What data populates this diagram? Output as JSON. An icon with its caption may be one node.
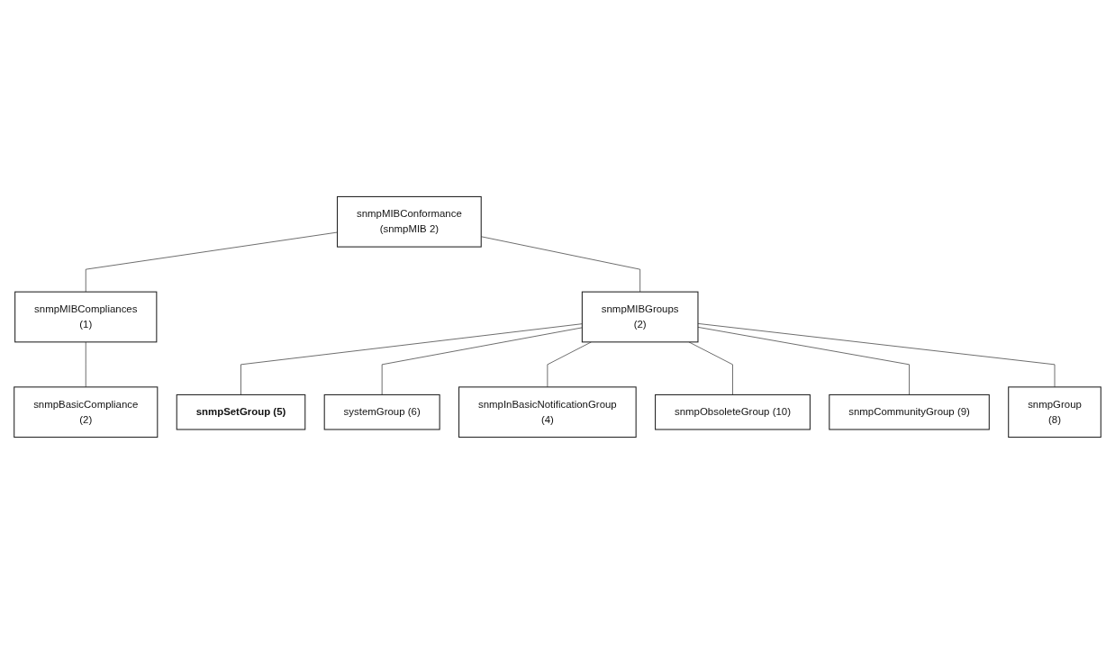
{
  "diagram": {
    "nodes": [
      {
        "text": [
          "snmpMIBConformance",
          "(snmpMIB 2)"
        ]
      },
      {
        "text": [
          "snmpMIBCompliances",
          "(1)"
        ]
      },
      {
        "text": [
          "snmpMIBGroups",
          "(2)"
        ]
      },
      {
        "text": [
          "snmpBasicCompliance",
          "(2)"
        ]
      },
      {
        "text": [
          "snmpSetGroup (5)"
        ]
      },
      {
        "text": [
          "systemGroup (6)"
        ]
      },
      {
        "text": [
          "snmpInBasicNotificationGroup",
          "(4)"
        ]
      },
      {
        "text": [
          "snmpObsoleteGroup (10)"
        ]
      },
      {
        "text": [
          "snmpCommunityGroup (9)"
        ]
      },
      {
        "text": [
          "snmpGroup",
          "(8)"
        ]
      }
    ],
    "edges": [
      {
        "from": 0,
        "to": 1,
        "arrow": "none"
      },
      {
        "from": 0,
        "to": 2,
        "arrow": "none"
      },
      {
        "from": 1,
        "to": 3,
        "arrow": "none"
      },
      {
        "from": 2,
        "to": 4,
        "arrow": "none"
      },
      {
        "from": 2,
        "to": 5,
        "arrow": "none"
      },
      {
        "from": 2,
        "to": 6,
        "arrow": "none"
      },
      {
        "from": 2,
        "to": 7,
        "arrow": "none"
      },
      {
        "from": 2,
        "to": 8,
        "arrow": "none"
      },
      {
        "from": 2,
        "to": 9,
        "arrow": "none"
      }
    ]
  }
}
